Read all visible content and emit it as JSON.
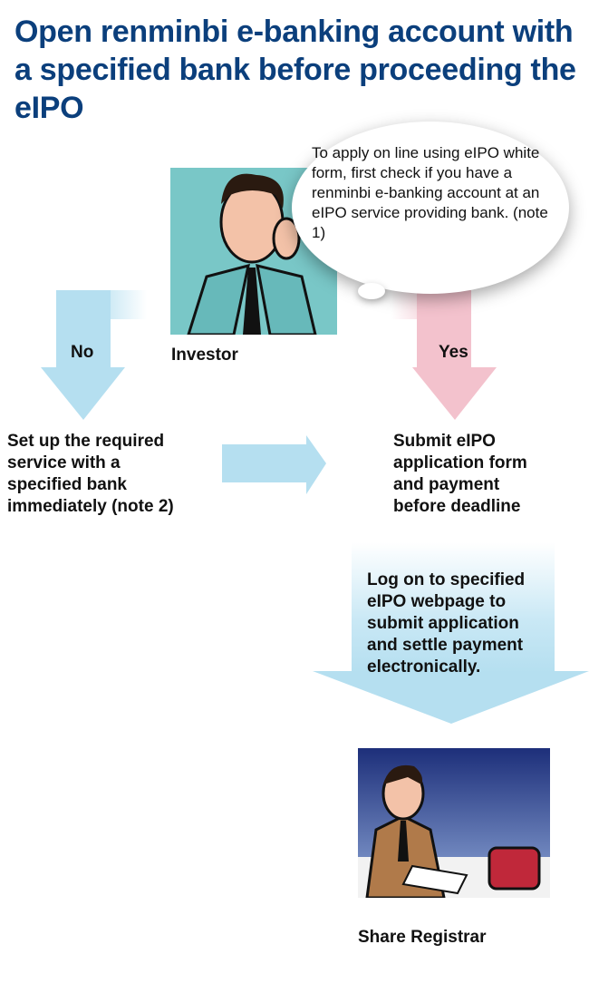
{
  "title": "Open renminbi e-banking account with a specified bank before proceeding the eIPO",
  "bubble_text": "To apply on line using eIPO white form, first check if you have a renminbi e-banking account at an eIPO service providing bank. (note 1)",
  "investor_label": "Investor",
  "no_label": "No",
  "yes_label": "Yes",
  "no_step": "Set up the required service with a specified bank immediately (note 2)",
  "yes_step": "Submit eIPO application form and payment before deadline",
  "online_step": "Log on to specified eIPO webpage to submit application and settle payment electronically.",
  "registrar_label": "Share Registrar",
  "colors": {
    "title": "#0b3f7c",
    "blue_arrow": "#b5dff0",
    "pink_arrow": "#f3c2cd"
  }
}
